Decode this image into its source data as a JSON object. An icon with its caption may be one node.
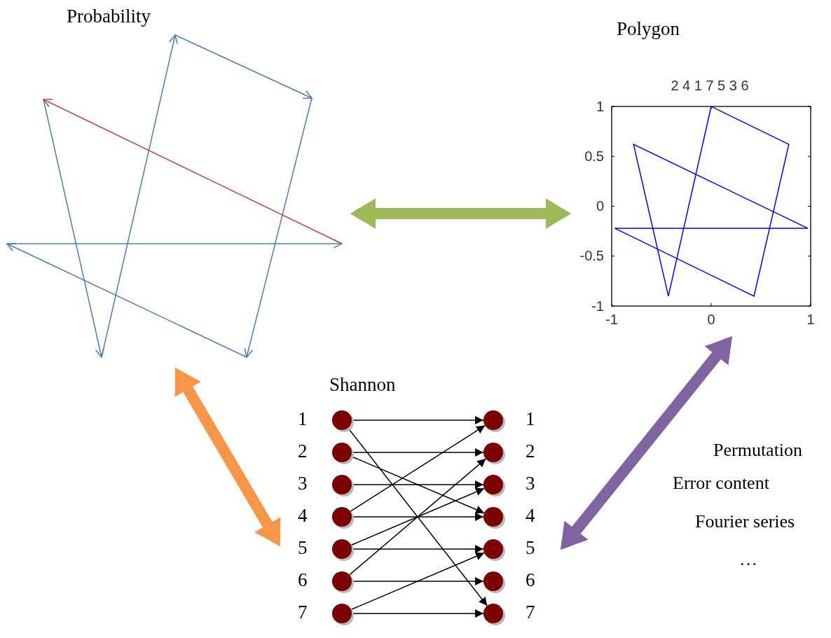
{
  "diagram": {
    "nodes": [
      {
        "text": [
          "Probability"
        ]
      },
      {
        "text": [
          "Polygon"
        ]
      },
      {
        "text": [
          "Shannon"
        ]
      },
      {
        "text": [],
        "shape": "circle",
        "in": 2,
        "beside": [
          "1"
        ]
      },
      {
        "text": [],
        "shape": "circle",
        "in": 2,
        "beside": [
          "2"
        ]
      },
      {
        "text": [],
        "shape": "circle",
        "in": 2,
        "beside": [
          "3"
        ]
      },
      {
        "text": [],
        "shape": "circle",
        "in": 2,
        "beside": [
          "4"
        ]
      },
      {
        "text": [],
        "shape": "circle",
        "in": 2,
        "beside": [
          "5"
        ]
      },
      {
        "text": [],
        "shape": "circle",
        "in": 2,
        "beside": [
          "6"
        ]
      },
      {
        "text": [],
        "shape": "circle",
        "in": 2,
        "beside": [
          "7"
        ]
      },
      {
        "text": [],
        "shape": "circle",
        "in": 2,
        "beside": [
          "1"
        ]
      },
      {
        "text": [],
        "shape": "circle",
        "in": 2,
        "beside": [
          "2"
        ]
      },
      {
        "text": [],
        "shape": "circle",
        "in": 2,
        "beside": [
          "3"
        ]
      },
      {
        "text": [],
        "shape": "circle",
        "in": 2,
        "beside": [
          "4"
        ]
      },
      {
        "text": [],
        "shape": "circle",
        "in": 2,
        "beside": [
          "5"
        ]
      },
      {
        "text": [],
        "shape": "circle",
        "in": 2,
        "beside": [
          "6"
        ]
      },
      {
        "text": [],
        "shape": "circle",
        "in": 2,
        "beside": [
          "7"
        ]
      }
    ],
    "edges": [
      {
        "from": 0,
        "to": 1,
        "arrow": "both",
        "style": "thick",
        "color": "#9bbb59"
      },
      {
        "from": 0,
        "to": 2,
        "arrow": "both",
        "style": "thick",
        "color": "#f79646"
      },
      {
        "from": 1,
        "to": 2,
        "arrow": "both",
        "style": "thick",
        "color": "#8064a2"
      },
      {
        "from": 3,
        "to": 10,
        "arrow": "to"
      },
      {
        "from": 3,
        "to": 16,
        "arrow": "to"
      },
      {
        "from": 4,
        "to": 11,
        "arrow": "to"
      },
      {
        "from": 4,
        "to": 13,
        "arrow": "to"
      },
      {
        "from": 5,
        "to": 12,
        "arrow": "to"
      },
      {
        "from": 6,
        "to": 10,
        "arrow": "to"
      },
      {
        "from": 6,
        "to": 13,
        "arrow": "to"
      },
      {
        "from": 7,
        "to": 12,
        "arrow": "to"
      },
      {
        "from": 7,
        "to": 14,
        "arrow": "to"
      },
      {
        "from": 8,
        "to": 11,
        "arrow": "to"
      },
      {
        "from": 8,
        "to": 15,
        "arrow": "to"
      },
      {
        "from": 9,
        "to": 14,
        "arrow": "to"
      },
      {
        "from": 9,
        "to": 16,
        "arrow": "to"
      }
    ],
    "labels": [
      "2 4 1 7 5 3 6",
      "1",
      "0.5",
      "0",
      "-0.5",
      "-1",
      "-1",
      "0",
      "1",
      "Permutation",
      "Error content",
      "Fourier series",
      "…"
    ]
  }
}
